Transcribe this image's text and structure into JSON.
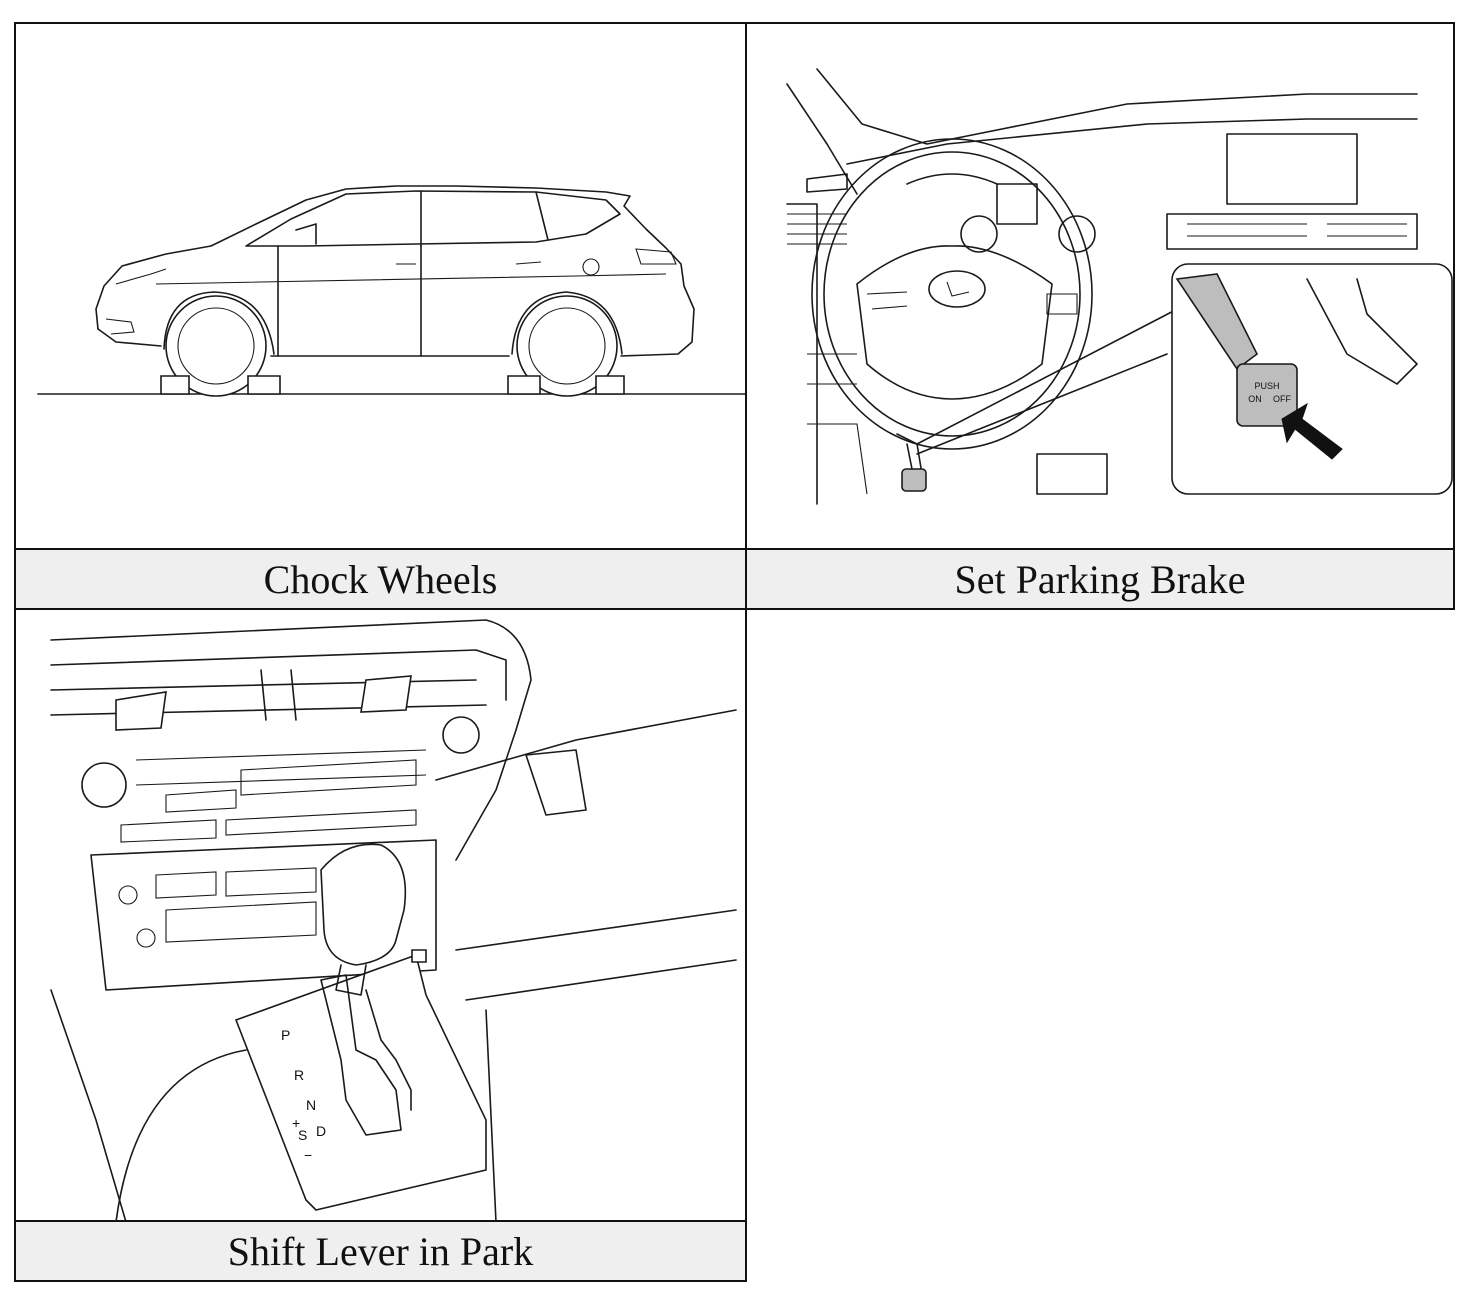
{
  "panels": [
    {
      "caption": "Chock Wheels"
    },
    {
      "caption": "Set Parking Brake",
      "switch_text": [
        "PUSH",
        "ON",
        "OFF"
      ]
    },
    {
      "caption": "Shift Lever in Park",
      "gate_labels": [
        "P",
        "R",
        "N",
        "+",
        "S",
        "D",
        "−"
      ]
    }
  ]
}
